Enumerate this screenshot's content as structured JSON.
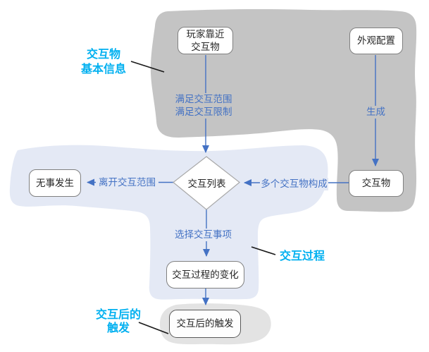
{
  "colors": {
    "accent_cyan": "#00b0f0",
    "flow_blue": "#4472c4",
    "gray_region": "#c4c4c4",
    "blue_region": "#e4e9f5",
    "light_gray_region": "#e3e3e3"
  },
  "nodes": {
    "player_approach": {
      "lines": [
        "玩家靠近",
        "交互物"
      ]
    },
    "appearance_config": {
      "label": "外观配置"
    },
    "nothing_happens": {
      "label": "无事发生"
    },
    "interactable": {
      "label": "交互物"
    },
    "interaction_list": {
      "label": "交互列表"
    },
    "process_change": {
      "label": "交互过程的变化"
    },
    "post_trigger": {
      "label": "交互后的触发"
    }
  },
  "edges": {
    "satisfy": {
      "lines": [
        "满足交互范围",
        "满足交互限制"
      ]
    },
    "generate": {
      "label": "生成"
    },
    "leave_range": {
      "label": "离开交互范围"
    },
    "multiple_compose": {
      "label": "多个交互物构成"
    },
    "select_event": {
      "label": "选择交互事项"
    }
  },
  "annotations": {
    "basic_info": {
      "lines": [
        "交互物",
        "基本信息"
      ]
    },
    "process": {
      "label": "交互过程"
    },
    "post_trigger": {
      "lines": [
        "交互后的",
        "触发"
      ]
    }
  }
}
